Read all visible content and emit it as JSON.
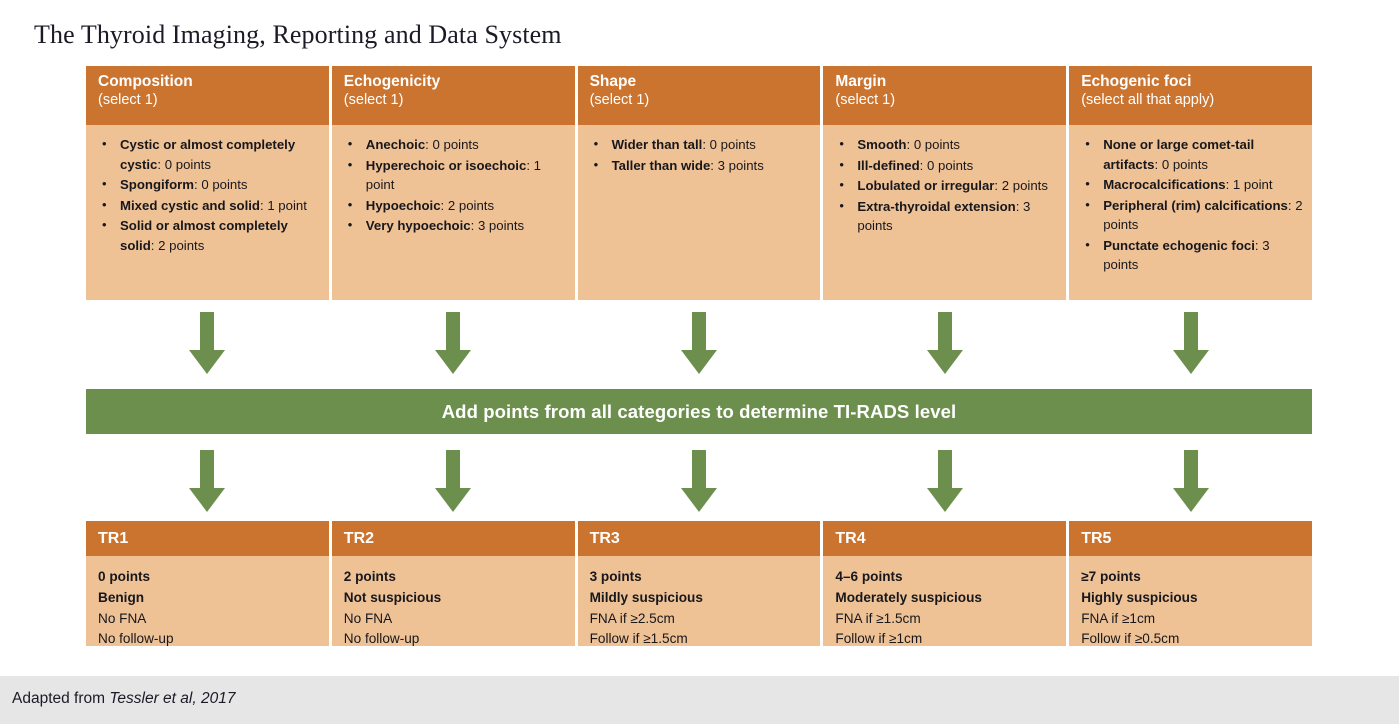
{
  "title": "The Thyroid Imaging, Reporting and Data System",
  "colors": {
    "header_orange": "#CB7430",
    "body_peach": "#EFC296",
    "green": "#6D8F4E",
    "footer_gray": "#E6E6E6",
    "white": "#FFFFFF",
    "text": "#17171C"
  },
  "icons": {
    "arrow": "down-arrow-icon",
    "bullet": "bullet-dot-icon"
  },
  "features": [
    {
      "name": "Composition",
      "instruction": "(select 1)",
      "options": [
        {
          "term": "Cystic or almost completely cystic",
          "points": "0 points"
        },
        {
          "term": "Spongiform",
          "points": "0 points"
        },
        {
          "term": "Mixed cystic and solid",
          "points": "1 point"
        },
        {
          "term": "Solid or almost completely solid",
          "points": "2 points"
        }
      ]
    },
    {
      "name": "Echogenicity",
      "instruction": "(select 1)",
      "options": [
        {
          "term": "Anechoic",
          "points": "0 points"
        },
        {
          "term": "Hyperechoic or isoechoic",
          "points": "1 point"
        },
        {
          "term": "Hypoechoic",
          "points": "2 points"
        },
        {
          "term": "Very hypoechoic",
          "points": "3 points"
        }
      ]
    },
    {
      "name": "Shape",
      "instruction": "(select 1)",
      "options": [
        {
          "term": "Wider than tall",
          "points": "0 points"
        },
        {
          "term": "Taller than wide",
          "points": "3 points"
        }
      ]
    },
    {
      "name": "Margin",
      "instruction": "(select 1)",
      "options": [
        {
          "term": "Smooth",
          "points": "0 points"
        },
        {
          "term": "Ill-defined",
          "points": "0 points"
        },
        {
          "term": "Lobulated or irregular",
          "points": "2 points"
        },
        {
          "term": "Extra-thyroidal extension",
          "points": "3 points"
        }
      ]
    },
    {
      "name": "Echogenic foci",
      "instruction": "(select all that apply)",
      "options": [
        {
          "term": "None or large comet-tail artifacts",
          "points": "0 points"
        },
        {
          "term": "Macrocalcifications",
          "points": "1 point"
        },
        {
          "term": "Peripheral (rim) calcifications",
          "points": "2 points"
        },
        {
          "term": "Punctate echogenic foci",
          "points": "3 points"
        }
      ]
    }
  ],
  "summation_bar": {
    "label": "Add points from all categories to determine TI-RADS level"
  },
  "levels": [
    {
      "label": "TR1",
      "points": "0 points",
      "risk": "Benign",
      "fna": "No FNA",
      "follow": "No follow-up"
    },
    {
      "label": "TR2",
      "points": "2 points",
      "risk": "Not suspicious",
      "fna": "No FNA",
      "follow": "No follow-up"
    },
    {
      "label": "TR3",
      "points": "3 points",
      "risk": "Mildly suspicious",
      "fna": "FNA if ≥2.5cm",
      "follow": "Follow if ≥1.5cm"
    },
    {
      "label": "TR4",
      "points": "4–6 points",
      "risk": "Moderately suspicious",
      "fna": "FNA if ≥1.5cm",
      "follow": "Follow if ≥1cm"
    },
    {
      "label": "TR5",
      "points": "≥7 points",
      "risk": "Highly suspicious",
      "fna": "FNA if ≥1cm",
      "follow": "Follow if ≥0.5cm"
    }
  ],
  "footer": {
    "prefix": "Adapted from ",
    "citation": "Tessler et al, 2017"
  }
}
